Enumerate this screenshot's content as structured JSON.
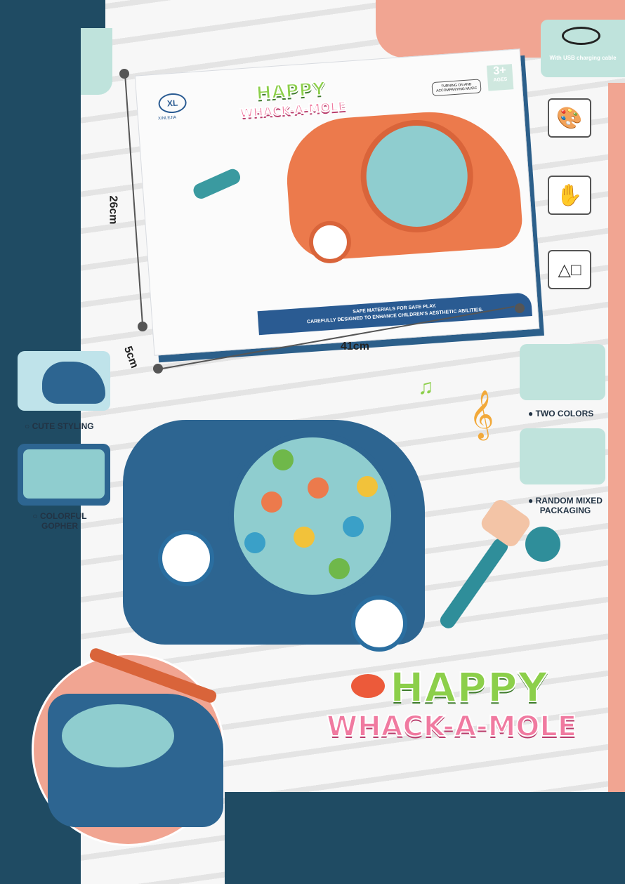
{
  "box": {
    "brand": "XINLEJIA",
    "title_line1": "HAPPY",
    "title_line2": "WHACK-A-MOLE",
    "age": "3+",
    "age_label": "AGES",
    "music_note": "TURNING ON AND ACCOMPANYING MUSIC",
    "band_line1": "SAFE MATERIALS FOR SAFE PLAY.",
    "band_line2": "CAREFULLY DESIGNED TO ENHANCE CHILDREN'S AESTHETIC ABILITIES."
  },
  "dimensions": {
    "height": "26cm",
    "width": "41cm",
    "depth": "5cm"
  },
  "usb": {
    "label": "With USB charging cable"
  },
  "features": {
    "cute": "CUTE STYLING",
    "gopher": "COLORFUL GOPHER",
    "two_colors": "TWO COLORS",
    "random": "RANDOM MIXED PACKAGING"
  },
  "logo": {
    "line1": "HAPPY",
    "line2": "WHACK-A-MOLE"
  },
  "icons": [
    "palette-icon",
    "hand-eye-icon",
    "shapes-icon"
  ],
  "colors": {
    "navy": "#1f4b63",
    "salmon": "#f1a592",
    "toy_blue": "#2d6591",
    "toy_orange": "#ec7a4c"
  }
}
